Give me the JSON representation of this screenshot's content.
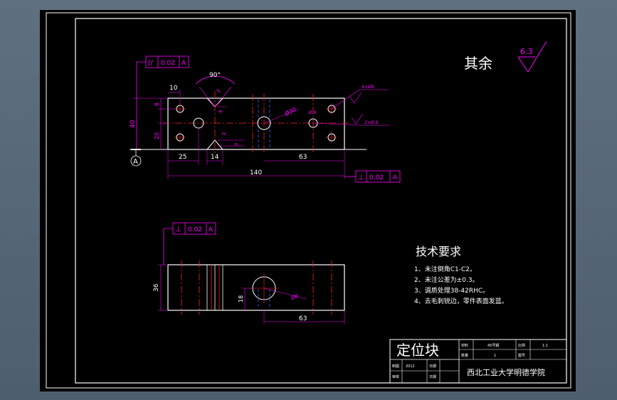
{
  "drawing": {
    "remaining_roughness_label": "其余",
    "roughness_value": "6.3",
    "tech_requirements": {
      "title": "技术要求",
      "items": [
        "1、未注倒角C1-C2。",
        "2、未注公差为±0.3。",
        "3、调质处理38-42RHC。",
        "4、去毛刺锐边，零件表面发蓝。"
      ]
    },
    "datum_label": "A",
    "top_view": {
      "fcf_parallel": {
        "symbol": "//",
        "tolerance": "0.02",
        "datum": "A"
      },
      "fcf_perp": {
        "symbol": "⊥",
        "tolerance": "0.02",
        "datum": "A"
      },
      "angle": "90°",
      "dims": {
        "d10": "10",
        "d8": "8",
        "d40": "40",
        "d20": "20",
        "d25": "25",
        "d14": "14",
        "d63": "63",
        "d140": "140",
        "d2": "2",
        "d7": "7",
        "d4": "4",
        "d5": "5",
        "d30": "Ø30",
        "d9a": "Ø 9",
        "d9b": "9"
      },
      "hole_callouts": {
        "top": "4×Ø8",
        "right": "2×Ø 8"
      }
    },
    "side_view": {
      "fcf_perp": {
        "symbol": "⊥",
        "tolerance": "0.02",
        "datum": "A"
      },
      "dims": {
        "d36": "36",
        "d18": "18",
        "d63": "63",
        "d8": "Ø8"
      }
    },
    "title_block": {
      "part_name": "定位块",
      "school": "西北工业大学明德学院",
      "cells": {
        "r1c1": "材料",
        "r1c2": "45号钢",
        "r1c3": "比例",
        "r1c4": "1:1",
        "r2c1": "数量",
        "r2c2": "1",
        "r2c3": "图号",
        "r3c1": "制图",
        "r3c2": "2012",
        "r3c3": "日期",
        "r4c1": "审核",
        "r4c2": "日期"
      }
    }
  },
  "colors": {
    "background": "#000000",
    "line": "#ffffff",
    "dimension": "#ff00ff",
    "center": "#ff2020",
    "hidden": "#4060ff",
    "hatch": "#ffff00",
    "frame": "#5f7080"
  }
}
